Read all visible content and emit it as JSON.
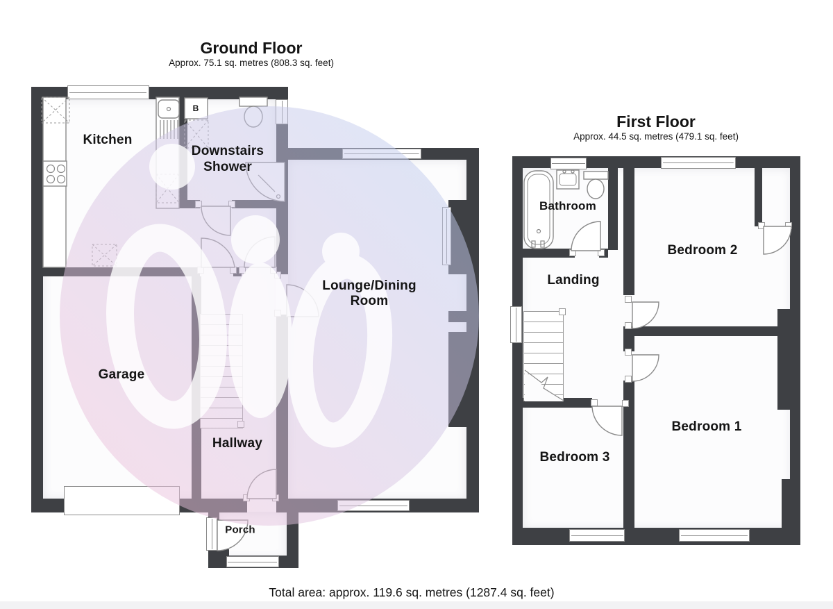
{
  "ground_floor": {
    "title": "Ground Floor",
    "subtitle": "Approx. 75.1 sq. metres (808.3 sq. feet)",
    "rooms": {
      "kitchen": "Kitchen",
      "shower_line1": "Downstairs",
      "shower_line2": "Shower",
      "lounge_line1": "Lounge/Dining",
      "lounge_line2": "Room",
      "garage": "Garage",
      "hallway": "Hallway",
      "porch": "Porch"
    },
    "boiler_label": "B"
  },
  "first_floor": {
    "title": "First Floor",
    "subtitle": "Approx. 44.5 sq. metres (479.1 sq. feet)",
    "rooms": {
      "bathroom": "Bathroom",
      "landing": "Landing",
      "bedroom2": "Bedroom 2",
      "bedroom1": "Bedroom 1",
      "bedroom3": "Bedroom 3"
    }
  },
  "footer": {
    "total": "Total area: approx. 119.6 sq. metres (1287.4 sq. feet)"
  },
  "colors": {
    "wall": "#3e4044",
    "watermark_pink": "#f2bfd8",
    "watermark_blue": "#b9cdf0"
  }
}
